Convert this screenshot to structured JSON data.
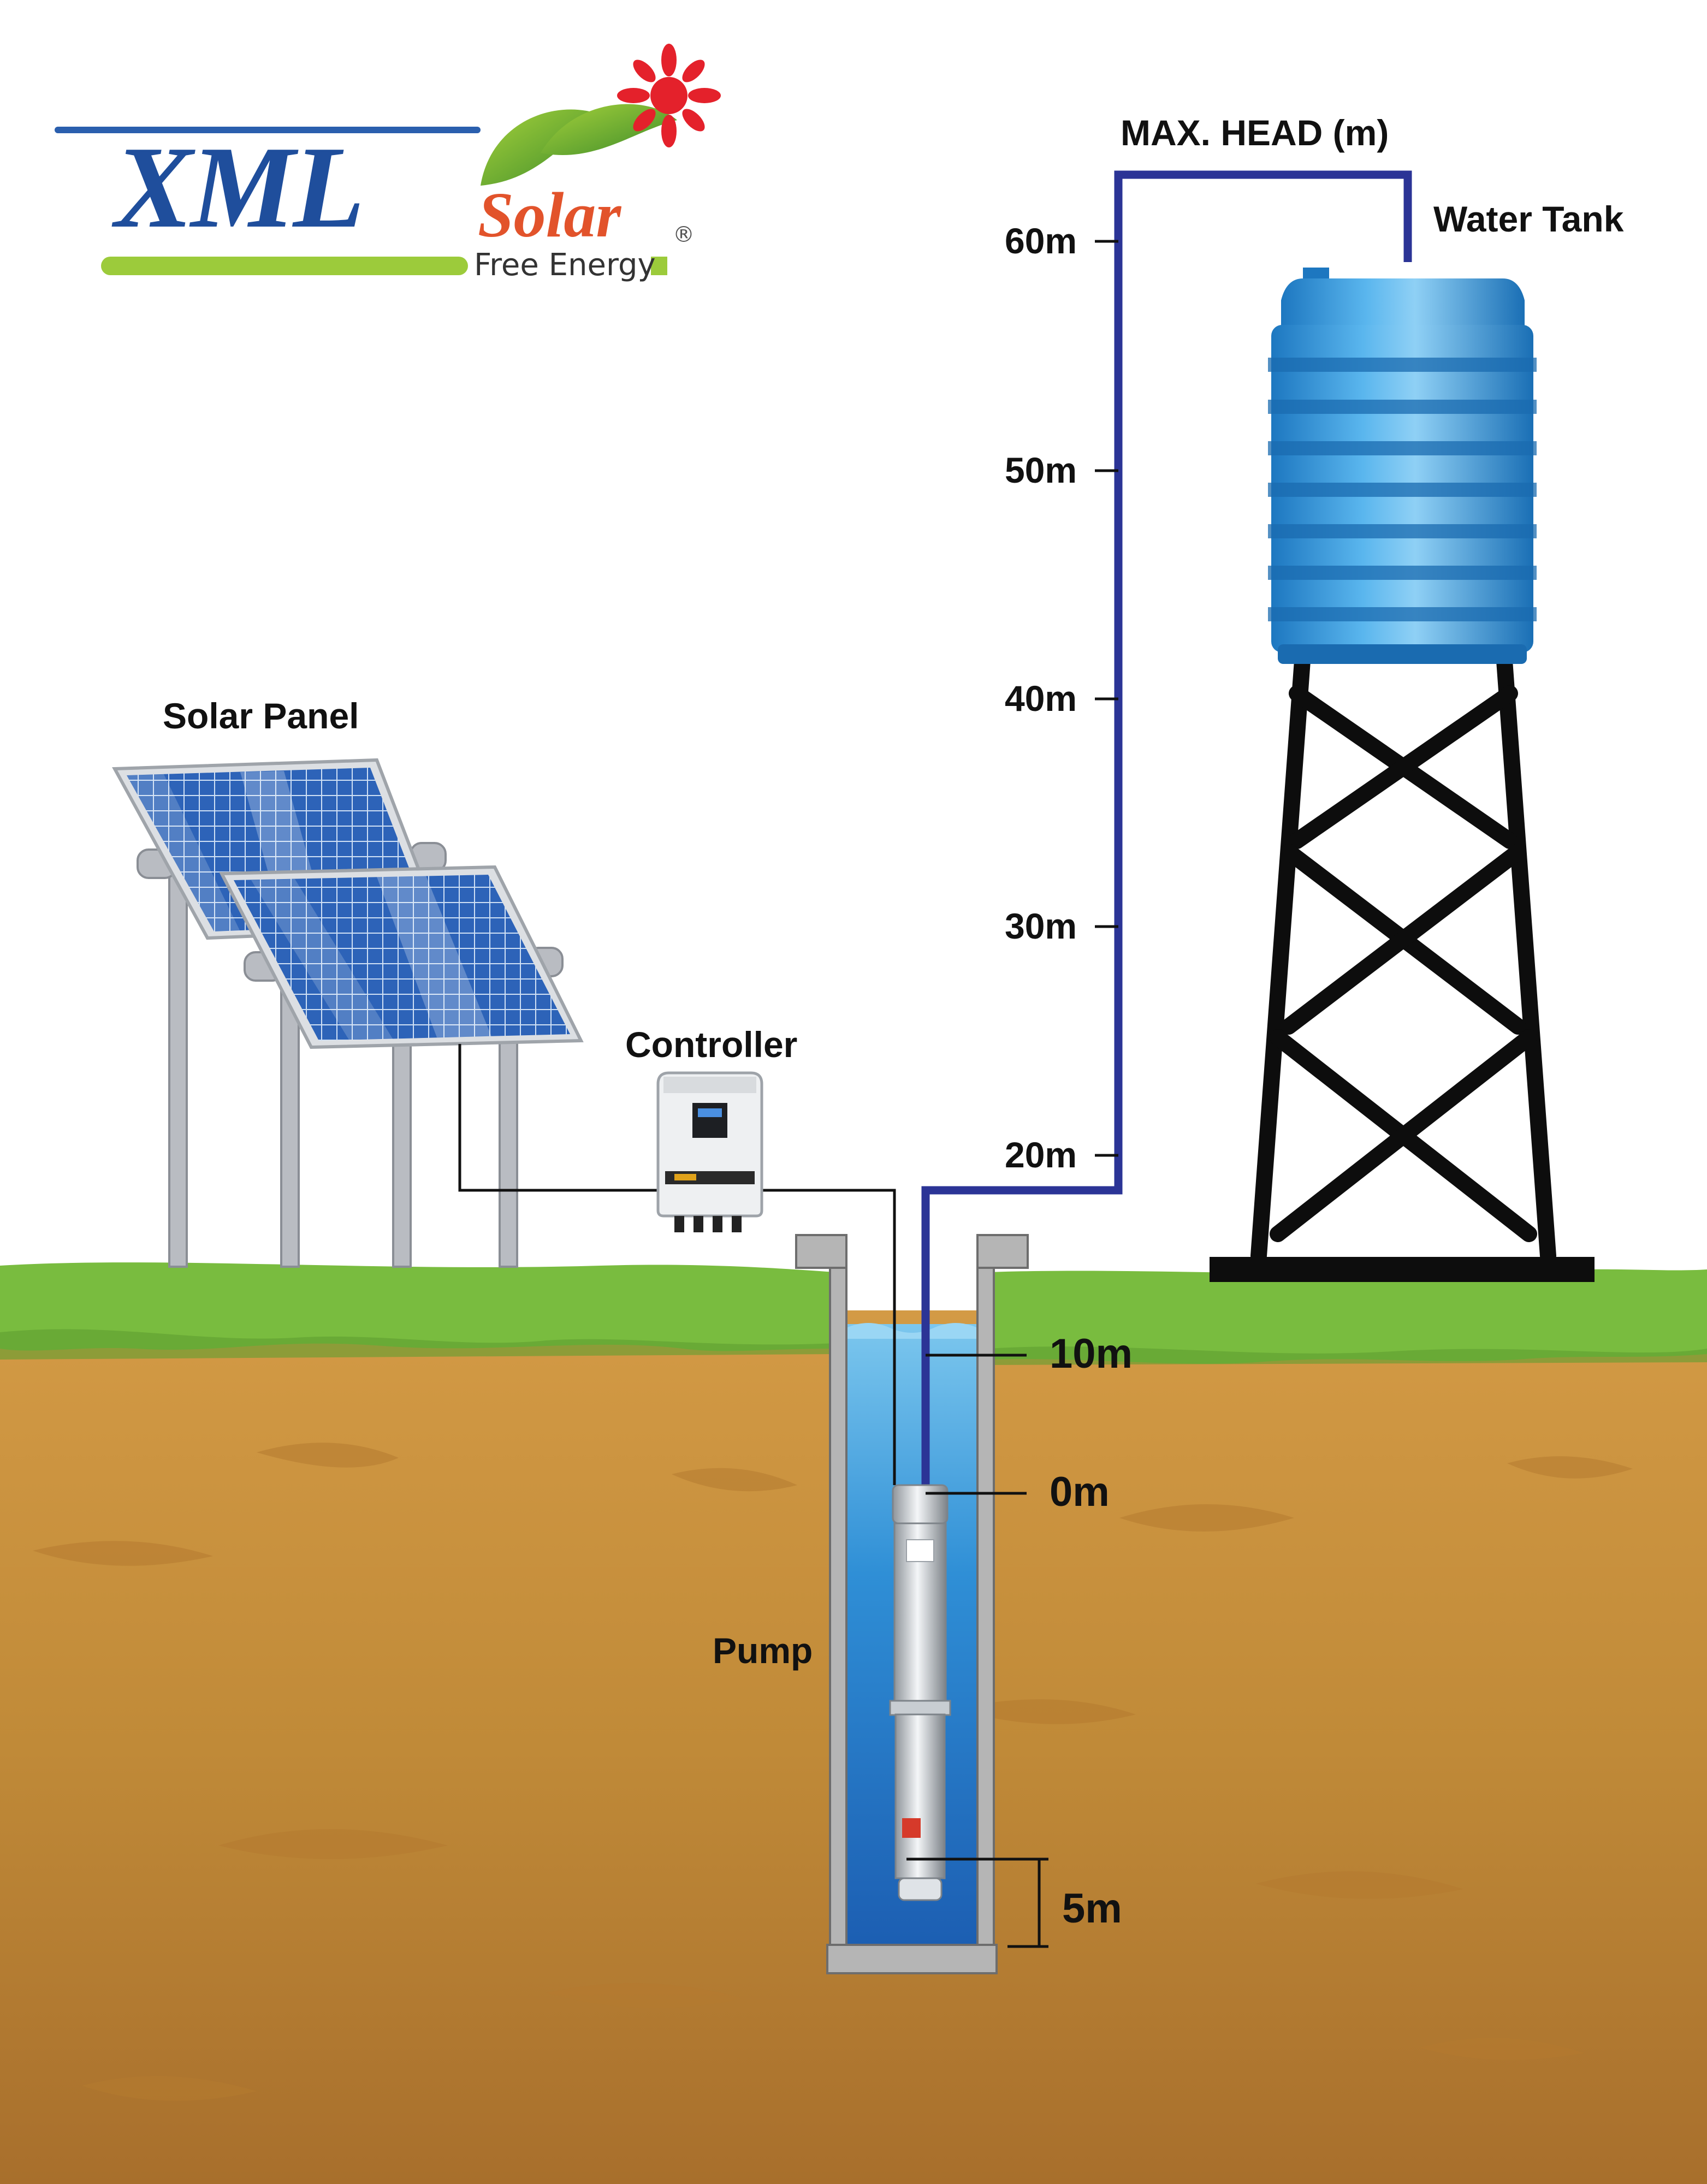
{
  "logo": {
    "brand": "XML",
    "sub": "Solar",
    "registered": "®",
    "tagline": "Free Energy"
  },
  "labels": {
    "solar_panel": "Solar Panel",
    "controller": "Controller",
    "pump": "Pump",
    "water_tank": "Water Tank",
    "max_head": "MAX. HEAD (m)"
  },
  "head_scale": {
    "ticks": [
      "60m",
      "50m",
      "40m",
      "30m",
      "20m"
    ]
  },
  "well_marks": {
    "water_level": "10m",
    "pump_top": "0m",
    "pump_bottom": "5m"
  },
  "colors": {
    "pipe": "#2b3496",
    "tank": "#2e92d9",
    "grass": "#79bc3f",
    "soil": "#c98f3c",
    "water": "#1f7fcf",
    "panel": "#2f64b8"
  }
}
